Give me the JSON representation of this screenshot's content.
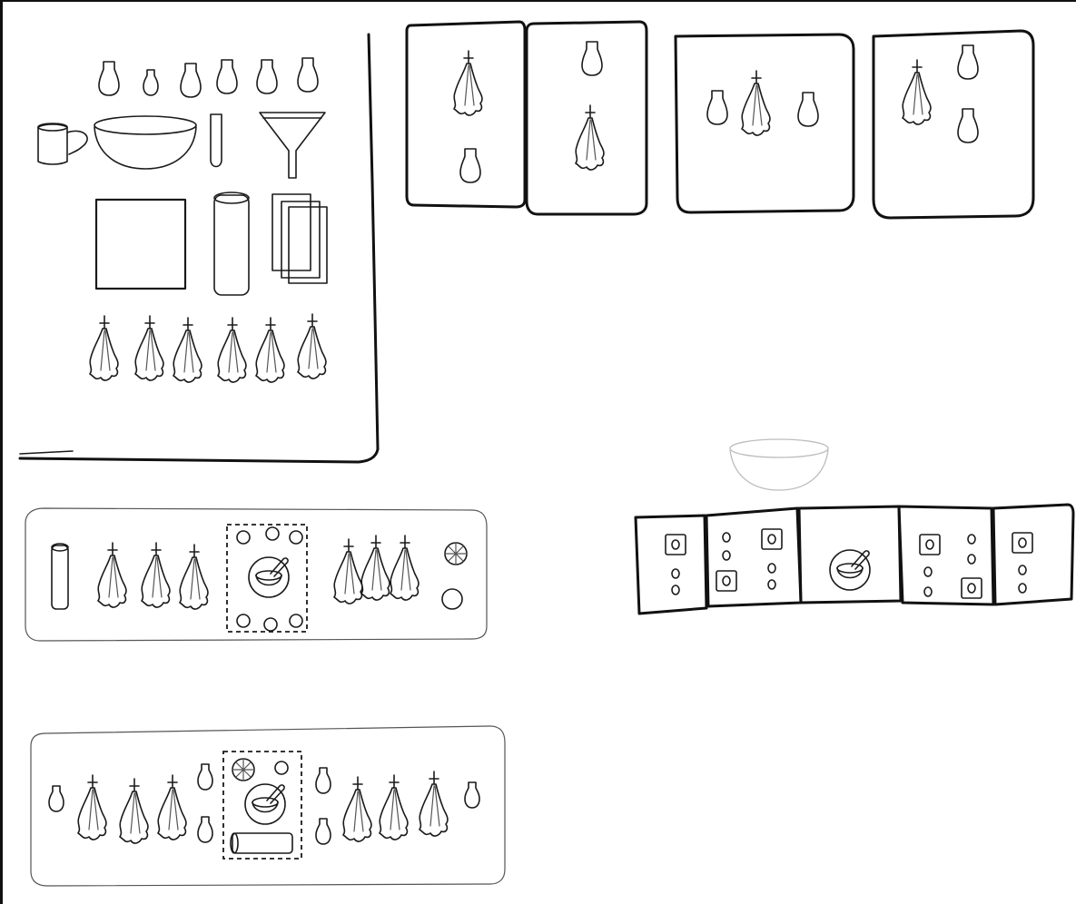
{
  "sketch": {
    "description_labels": [],
    "inventory_panel": {
      "vases": 6,
      "kitchenware": [
        "mug-icon",
        "bowl-icon",
        "test-tube-icon",
        "funnel-icon"
      ],
      "papers": [
        "paper-sheet-icon",
        "paper-roll-icon",
        "paper-stack-icon"
      ],
      "herbs": 6
    },
    "cards": 4,
    "mix_strip_tiles": 5,
    "shelf_strips": 2
  }
}
